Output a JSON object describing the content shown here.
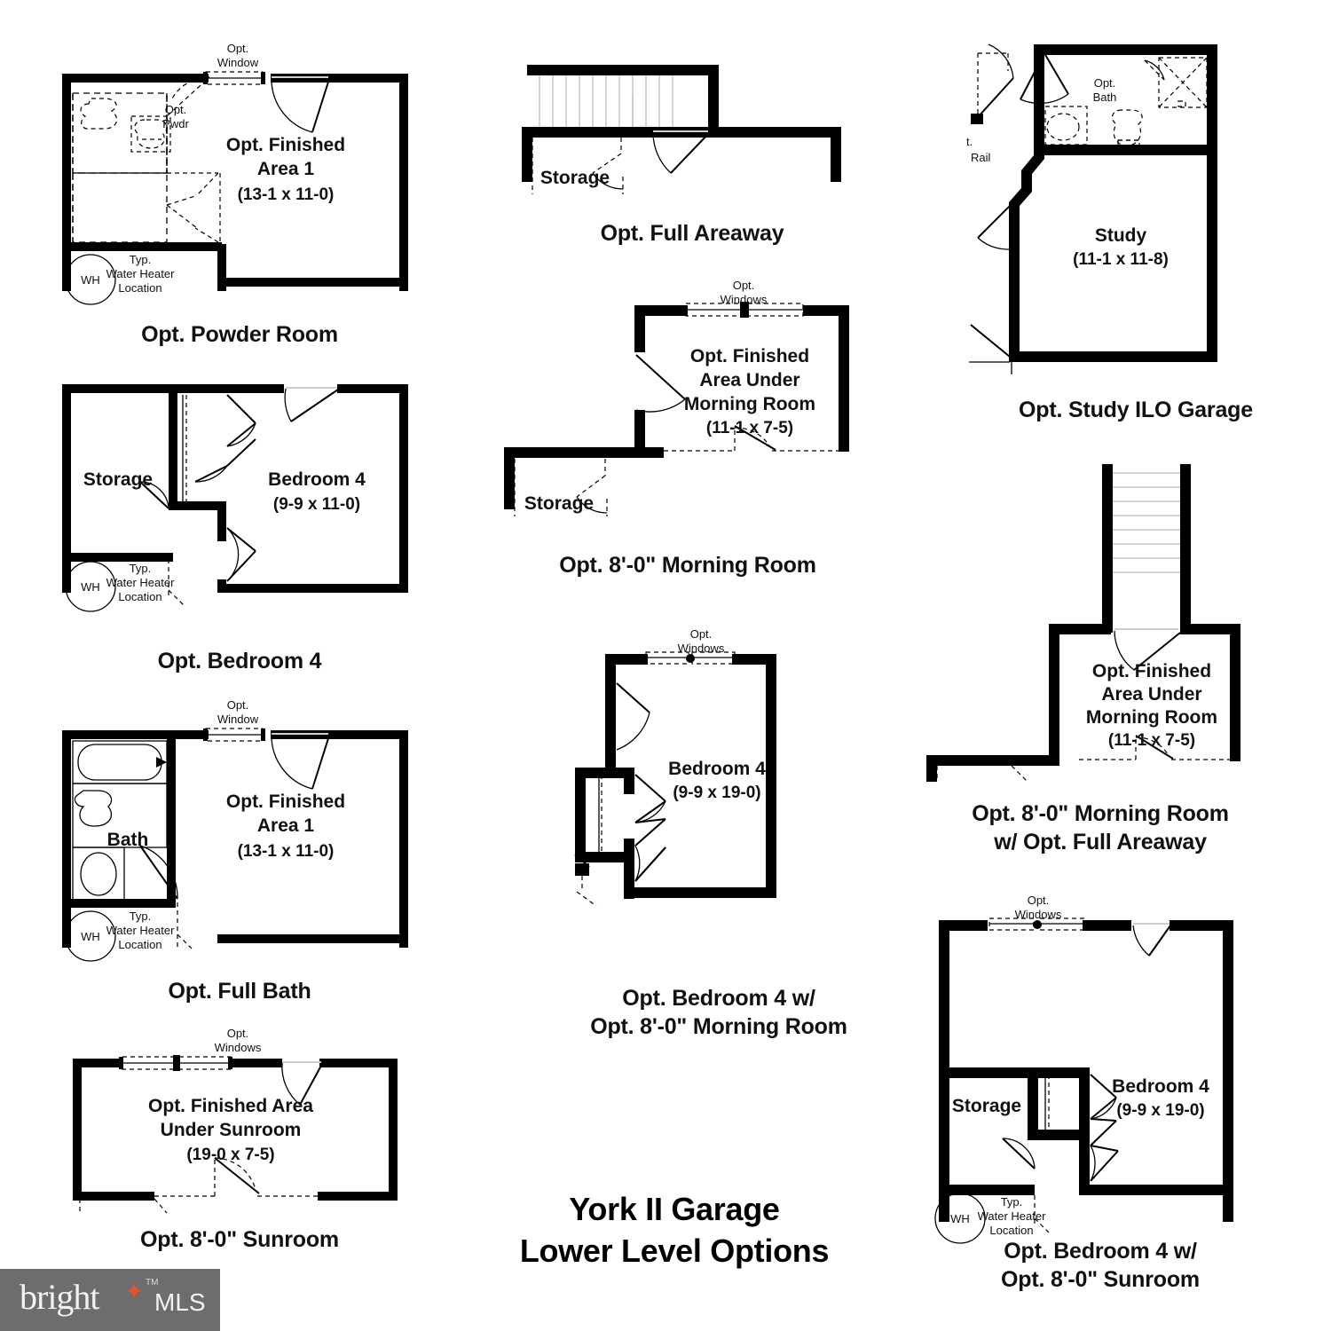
{
  "document": {
    "title_line1": "York II Garage",
    "title_line2": "Lower Level Options"
  },
  "branding": {
    "logo_word": "bright",
    "logo_tm": "TM",
    "logo_suffix": "MLS",
    "accent_color": "#e8542a",
    "bar_color": "#6d6d6d"
  },
  "plans": [
    {
      "id": "powder-room",
      "caption": "Opt. Powder Room",
      "labels": {
        "window": "Opt.\nWindow",
        "window_l1": "Opt.",
        "window_l2": "Window",
        "pwdr_l1": "Opt.",
        "pwdr_l2": "Pwdr",
        "room_l1": "Opt. Finished",
        "room_l2": "Area 1",
        "room_dim": "(13-1 x 11-0)",
        "wh_tag": "WH",
        "wh_l1": "Typ.",
        "wh_l2": "Water Heater",
        "wh_l3": "Location"
      }
    },
    {
      "id": "bedroom-4",
      "caption": "Opt. Bedroom 4",
      "labels": {
        "storage": "Storage",
        "room_l1": "Bedroom 4",
        "room_dim": "(9-9 x 11-0)",
        "wh_tag": "WH",
        "wh_l1": "Typ.",
        "wh_l2": "Water Heater",
        "wh_l3": "Location"
      }
    },
    {
      "id": "full-bath",
      "caption": "Opt. Full Bath",
      "labels": {
        "window_l1": "Opt.",
        "window_l2": "Window",
        "bath": "Bath",
        "room_l1": "Opt. Finished",
        "room_l2": "Area 1",
        "room_dim": "(13-1 x 11-0)",
        "wh_tag": "WH",
        "wh_l1": "Typ.",
        "wh_l2": "Water Heater",
        "wh_l3": "Location"
      }
    },
    {
      "id": "sunroom",
      "caption": "Opt. 8'-0\" Sunroom",
      "labels": {
        "window_l1": "Opt.",
        "window_l2": "Windows",
        "room_l1": "Opt. Finished Area",
        "room_l2": "Under Sunroom",
        "room_dim": "(19-0 x 7-5)"
      }
    },
    {
      "id": "full-areaway",
      "caption": "Opt. Full Areaway",
      "labels": {
        "storage": "Storage"
      }
    },
    {
      "id": "morning-room",
      "caption": "Opt. 8'-0\" Morning Room",
      "labels": {
        "window_l1": "Opt.",
        "window_l2": "Windows",
        "room_l1": "Opt. Finished",
        "room_l2": "Area Under",
        "room_l3": "Morning Room",
        "room_dim": "(11-1 x 7-5)",
        "storage": "Storage"
      }
    },
    {
      "id": "bedroom-4-morning-room",
      "caption_l1": "Opt. Bedroom 4 w/",
      "caption_l2": "Opt. 8'-0\" Morning Room",
      "labels": {
        "window_l1": "Opt.",
        "window_l2": "Windows",
        "room_l1": "Bedroom 4",
        "room_dim": "(9-9 x 19-0)"
      }
    },
    {
      "id": "study-ilo-garage",
      "caption": "Opt. Study ILO Garage",
      "labels": {
        "bath_l1": "Opt.",
        "bath_l2": "Bath",
        "rail_l1": "t.",
        "rail_l2": "Rail",
        "room_l1": "Study",
        "room_dim": "(11-1 x 11-8)"
      }
    },
    {
      "id": "morning-room-full-areaway",
      "caption_l1": "Opt. 8'-0\" Morning Room",
      "caption_l2": "w/ Opt. Full Areaway",
      "labels": {
        "room_l1": "Opt. Finished",
        "room_l2": "Area Under",
        "room_l3": "Morning Room",
        "room_dim": "(11-1 x 7-5)"
      }
    },
    {
      "id": "bedroom-4-sunroom",
      "caption_l1": "Opt. Bedroom 4 w/",
      "caption_l2": "Opt. 8'-0\" Sunroom",
      "labels": {
        "window_l1": "Opt.",
        "window_l2": "Windows",
        "storage": "Storage",
        "room_l1": "Bedroom 4",
        "room_dim": "(9-9 x 19-0)",
        "wh_tag": "WH",
        "wh_l1": "Typ.",
        "wh_l2": "Water Heater",
        "wh_l3": "Location"
      }
    }
  ]
}
